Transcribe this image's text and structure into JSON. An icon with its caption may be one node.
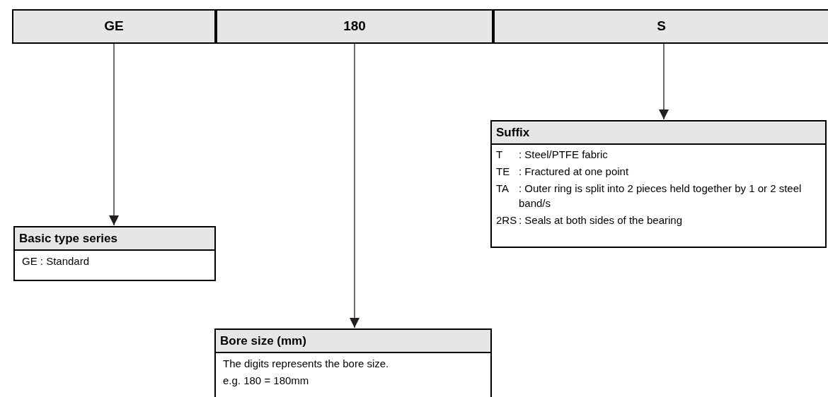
{
  "diagram": {
    "nodes": [
      {
        "text": [
          "GE"
        ]
      },
      {
        "text": [
          "180"
        ]
      },
      {
        "text": [
          "S"
        ]
      },
      {
        "text": [
          "Suffix",
          "T : Steel/PTFE fabric",
          "TE : Fractured at one point",
          "TA : Outer ring is split into 2 pieces held together by 1 or 2 steel band/s",
          "2RS : Seals at both sides of the bearing"
        ]
      },
      {
        "text": [
          "Basic type series",
          "GE : Standard"
        ]
      },
      {
        "text": [
          "Bore size (mm)",
          "The digits represents the bore size.",
          "e.g. 180 = 180mm"
        ]
      }
    ],
    "edges": [
      {
        "from": 0,
        "to": 4,
        "arrow": "to"
      },
      {
        "from": 1,
        "to": 5,
        "arrow": "to"
      },
      {
        "from": 2,
        "to": 3,
        "arrow": "to"
      }
    ]
  }
}
